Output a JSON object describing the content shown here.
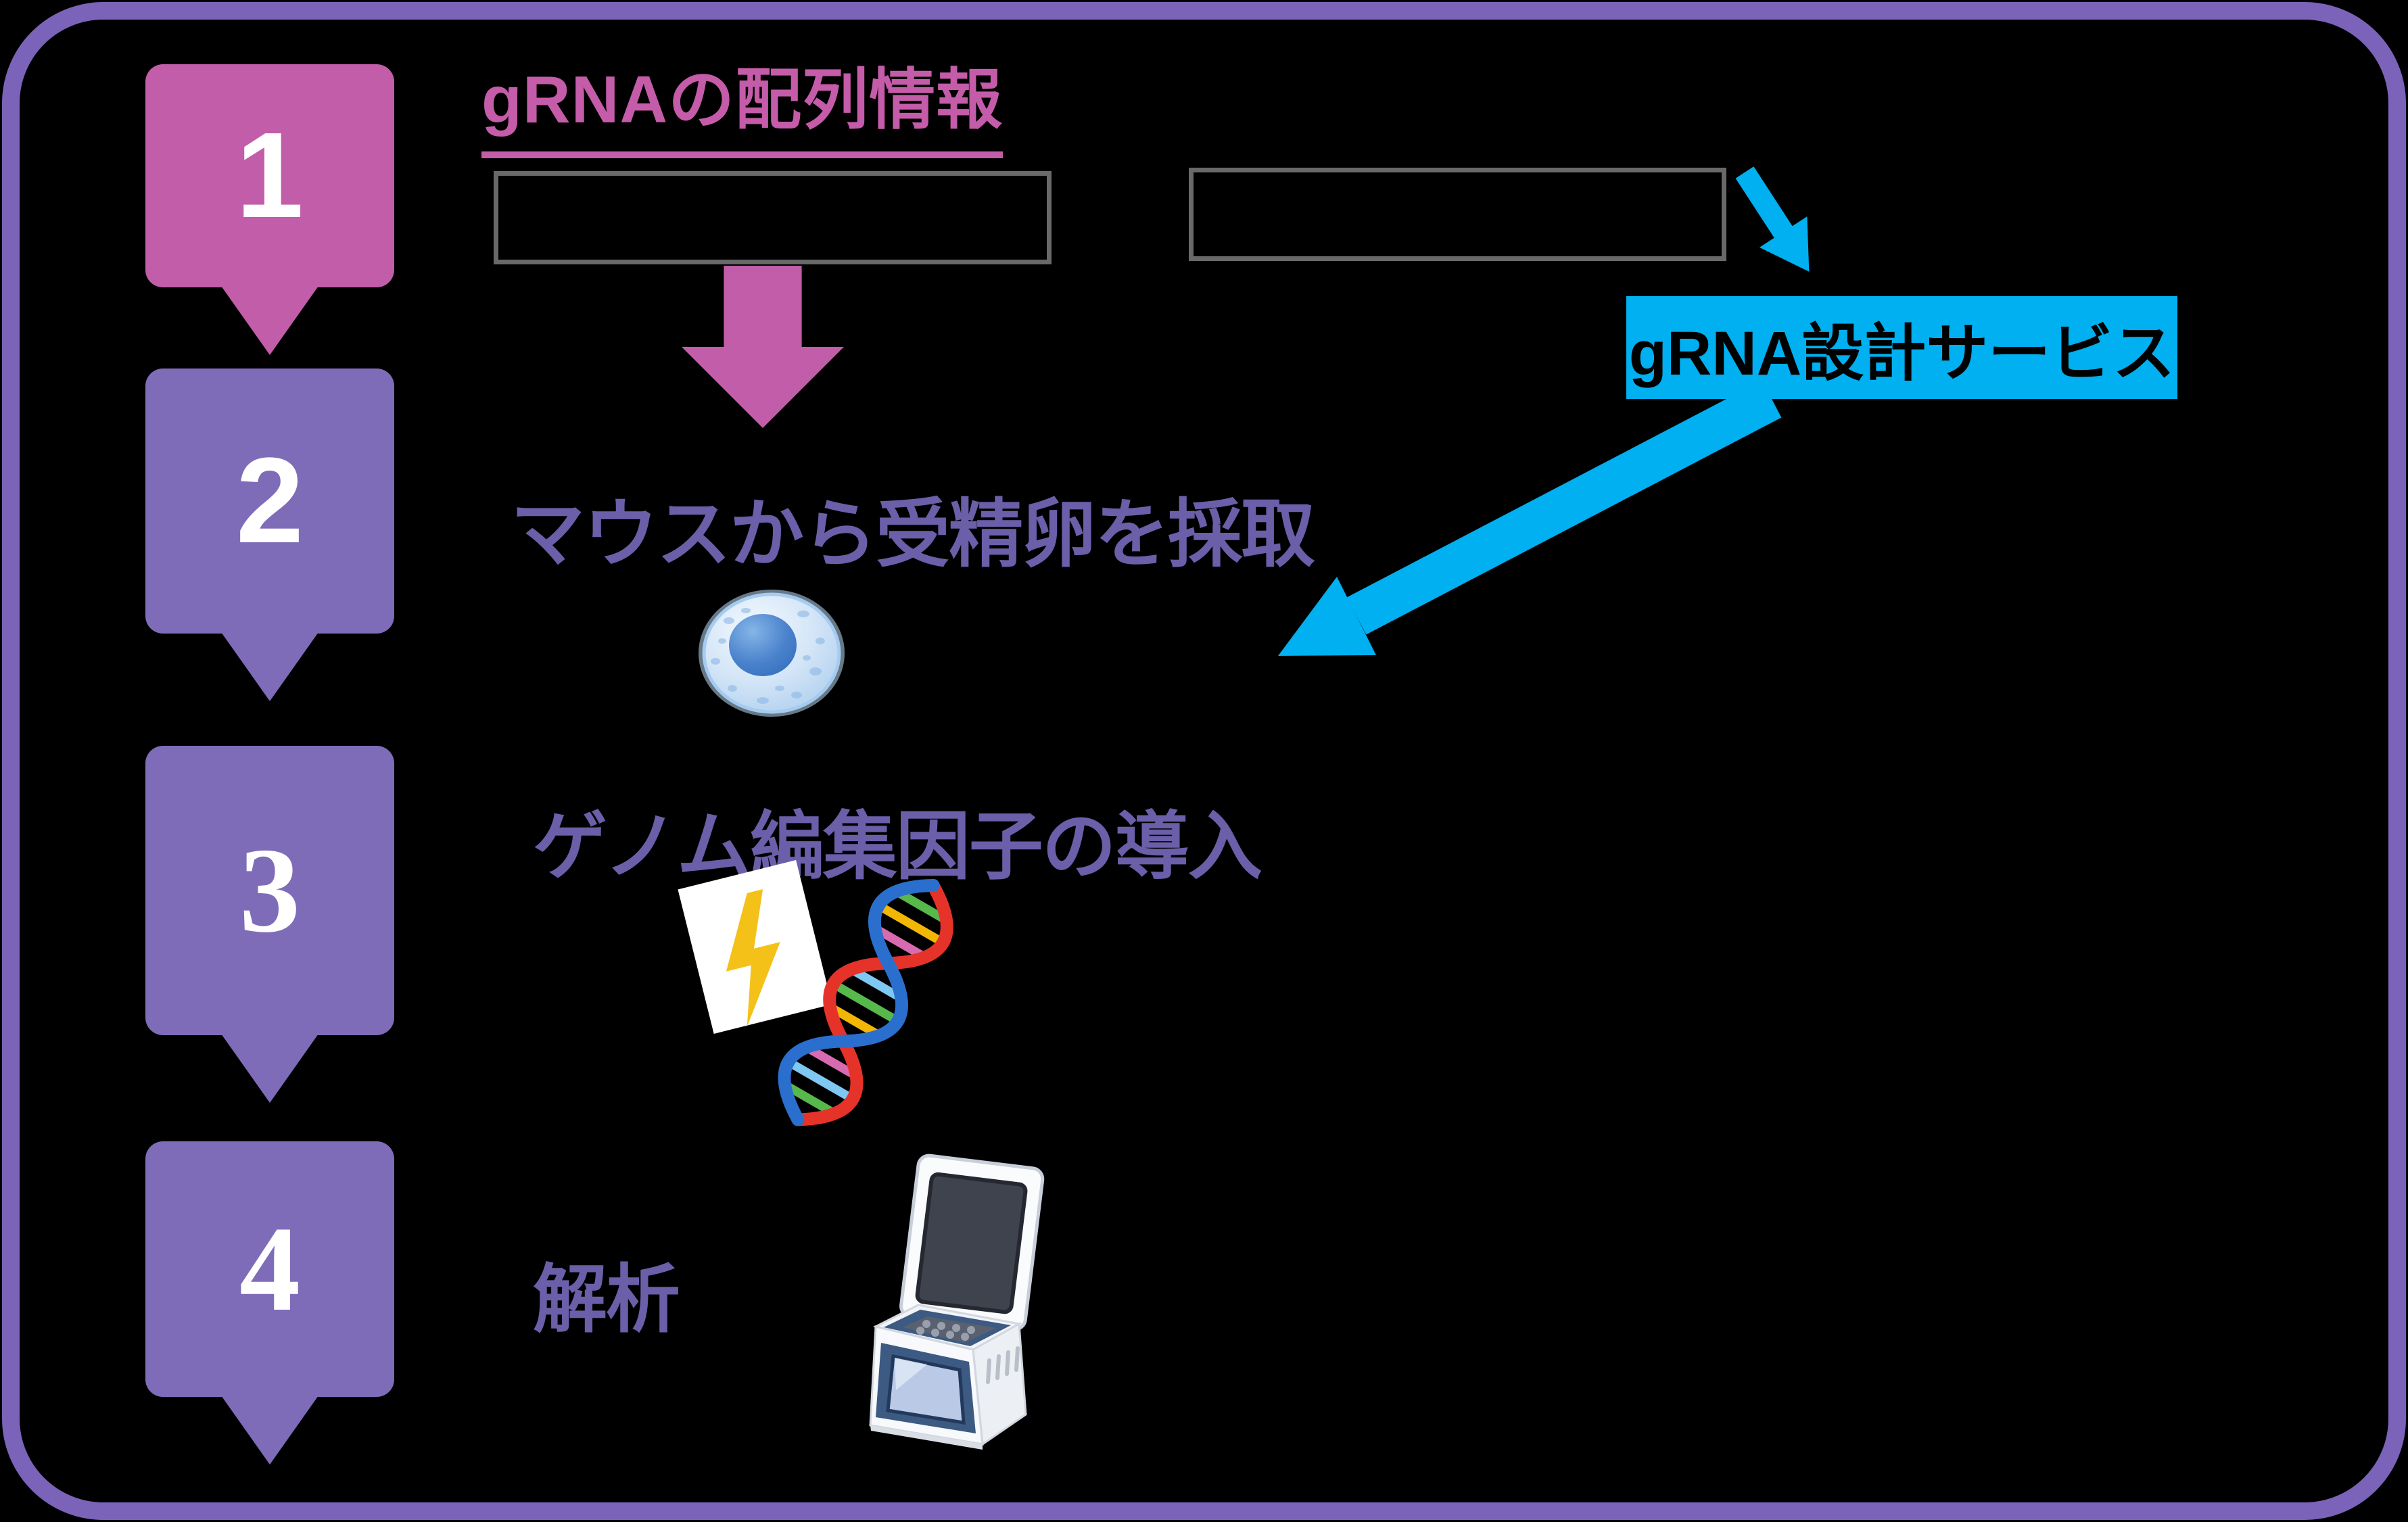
{
  "colors": {
    "background": "#000000",
    "frame": "#7a63b8",
    "pink": "#c25da9",
    "purple": "#7f6cb8",
    "cyan": "#00b0f0",
    "title-pink": "#c45ca9",
    "step-text": "#6a5fa8",
    "box-border": "#696969",
    "number": "#ffffff",
    "service-text": "#000000"
  },
  "steps": [
    {
      "number": "1",
      "label": "gRNAの配列情報"
    },
    {
      "number": "2",
      "label": "マウスから受精卵を採取"
    },
    {
      "number": "3",
      "label": "ゲノム編集因子の導入"
    },
    {
      "number": "4",
      "label": "解析"
    }
  ],
  "annotation": {
    "label": "gRNA設計サービス"
  },
  "icons": {
    "down_arrow": "pink-down-block-arrow",
    "arrow_to_service": "cyan-arrow-to-service",
    "arrow_from_service": "cyan-arrow-to-step2",
    "cell": "fertilized-egg-cell",
    "flash": "electroporation-lightning-card",
    "dna": "dna-double-helix",
    "pcr": "pcr-thermal-cycler"
  }
}
